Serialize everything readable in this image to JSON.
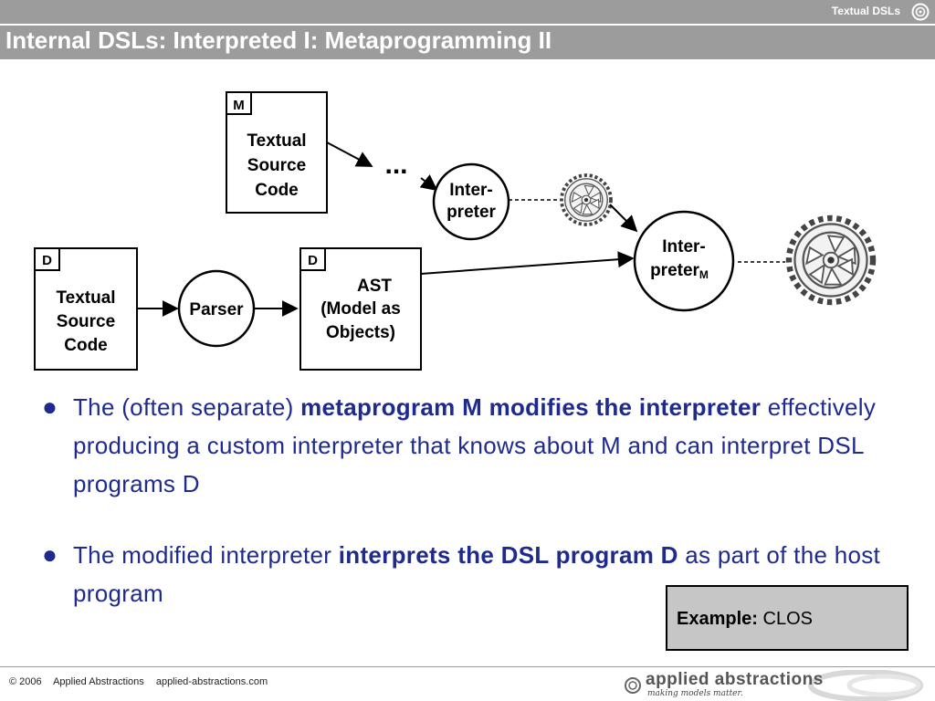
{
  "header": {
    "section_label": "Textual DSLs",
    "title": "Internal DSLs: Interpreted I: Metaprogramming II"
  },
  "diagram": {
    "box_m_tag": "M",
    "box_m_lines": [
      "Textual",
      "Source",
      "Code"
    ],
    "ellipsis": "...",
    "interpreter_lines": [
      "Inter-",
      "preter"
    ],
    "box_d_tag": "D",
    "box_d_lines": [
      "Textual",
      "Source",
      "Code"
    ],
    "parser_label": "Parser",
    "ast_tag": "D",
    "ast_lines": [
      "AST",
      "(Model as",
      "Objects)"
    ],
    "interpreter_m_line1": "Inter-",
    "interpreter_m_line2": "preter",
    "interpreter_m_subscript": "M"
  },
  "bullets": [
    {
      "pre": "The (often separate) ",
      "bold": "metaprogram M modifies the interpreter",
      "post": " effectively producing a custom interpreter that knows about M and can interpret DSL programs D"
    },
    {
      "pre": "The modified interpreter ",
      "bold": "interprets the DSL program D",
      "post": " as part of the host program"
    }
  ],
  "example": {
    "label": "Example:",
    "value": "CLOS"
  },
  "footer": {
    "copyright": "© 2006",
    "company": "Applied Abstractions",
    "website": "applied-abstractions.com",
    "brand_name": "applied abstractions",
    "brand_tagline": "making models matter."
  }
}
